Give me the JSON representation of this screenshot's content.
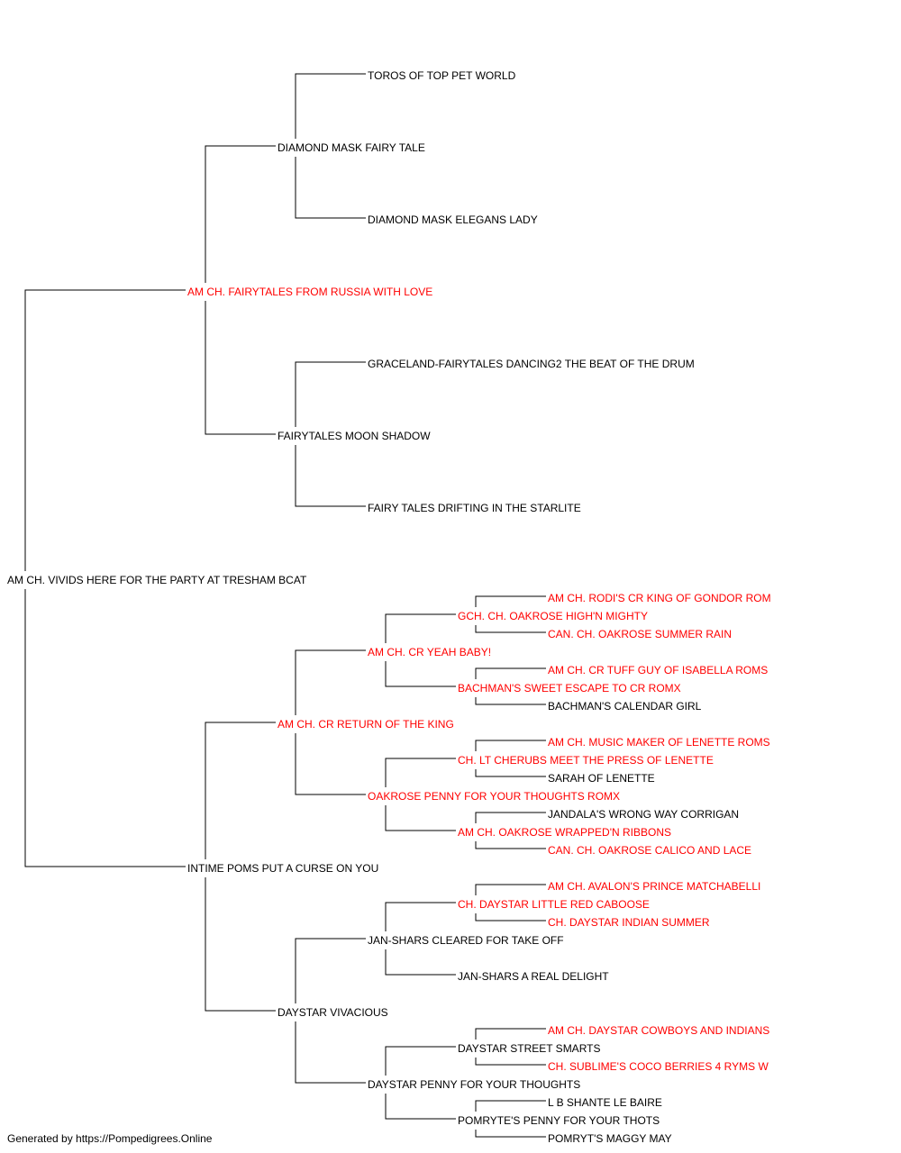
{
  "colors": {
    "champion": "#ff0000",
    "normal": "#000000",
    "line": "#000000"
  },
  "footer": "Generated by https://Pompedigrees.Online",
  "pedigree": {
    "name": "AM CH. VIVIDS HERE FOR THE PARTY AT TRESHAM BCAT",
    "ch": false,
    "sire": {
      "name": "AM CH. FAIRYTALES FROM RUSSIA WITH LOVE",
      "ch": true,
      "sire": {
        "name": "DIAMOND MASK FAIRY TALE",
        "ch": false,
        "sire": {
          "name": "TOROS OF TOP PET WORLD",
          "ch": false
        },
        "dam": {
          "name": "DIAMOND MASK ELEGANS LADY",
          "ch": false
        }
      },
      "dam": {
        "name": "FAIRYTALES MOON SHADOW",
        "ch": false,
        "sire": {
          "name": "GRACELAND-FAIRYTALES DANCING2 THE BEAT OF THE DRUM",
          "ch": false
        },
        "dam": {
          "name": "FAIRY TALES DRIFTING IN THE STARLITE",
          "ch": false
        }
      }
    },
    "dam": {
      "name": "INTIME POMS PUT A CURSE ON YOU",
      "ch": false,
      "sire": {
        "name": "AM CH. CR RETURN OF THE KING",
        "ch": true,
        "sire": {
          "name": "AM CH. CR YEAH BABY!",
          "ch": true,
          "sire": {
            "name": "GCH. CH. OAKROSE HIGH'N MIGHTY",
            "ch": true,
            "sire": {
              "name": "AM CH. RODI'S CR KING OF GONDOR ROM",
              "ch": true
            },
            "dam": {
              "name": "CAN. CH. OAKROSE SUMMER RAIN",
              "ch": true
            }
          },
          "dam": {
            "name": "BACHMAN'S SWEET ESCAPE TO CR ROMX",
            "ch": true,
            "sire": {
              "name": "AM CH. CR TUFF GUY OF ISABELLA ROMS",
              "ch": true
            },
            "dam": {
              "name": "BACHMAN'S CALENDAR GIRL",
              "ch": false
            }
          }
        },
        "dam": {
          "name": "OAKROSE PENNY FOR YOUR THOUGHTS ROMX",
          "ch": true,
          "sire": {
            "name": "CH. LT CHERUBS MEET THE PRESS OF LENETTE",
            "ch": true,
            "sire": {
              "name": "AM CH. MUSIC MAKER OF LENETTE ROMS",
              "ch": true
            },
            "dam": {
              "name": "SARAH OF LENETTE",
              "ch": false
            }
          },
          "dam": {
            "name": "AM CH. OAKROSE WRAPPED'N RIBBONS",
            "ch": true,
            "sire": {
              "name": "JANDALA'S WRONG WAY CORRIGAN",
              "ch": false
            },
            "dam": {
              "name": "CAN. CH. OAKROSE CALICO AND LACE",
              "ch": true
            }
          }
        }
      },
      "dam": {
        "name": "DAYSTAR VIVACIOUS",
        "ch": false,
        "sire": {
          "name": "JAN-SHARS CLEARED FOR TAKE OFF",
          "ch": false,
          "sire": {
            "name": "CH. DAYSTAR LITTLE RED CABOOSE",
            "ch": true,
            "sire": {
              "name": "AM CH. AVALON'S PRINCE MATCHABELLI",
              "ch": true
            },
            "dam": {
              "name": "CH. DAYSTAR INDIAN SUMMER",
              "ch": true
            }
          },
          "dam": {
            "name": "JAN-SHARS A REAL DELIGHT",
            "ch": false
          }
        },
        "dam": {
          "name": "DAYSTAR PENNY FOR YOUR THOUGHTS",
          "ch": false,
          "sire": {
            "name": "DAYSTAR STREET SMARTS",
            "ch": false,
            "sire": {
              "name": "AM CH. DAYSTAR COWBOYS AND INDIANS",
              "ch": true
            },
            "dam": {
              "name": "CH. SUBLIME'S COCO BERRIES 4 RYMS W",
              "ch": true
            }
          },
          "dam": {
            "name": "POMRYTE'S PENNY FOR YOUR THOTS",
            "ch": false,
            "sire": {
              "name": "L B SHANTE LE BAIRE",
              "ch": false
            },
            "dam": {
              "name": "POMRYT'S MAGGY MAY",
              "ch": false
            }
          }
        }
      }
    }
  }
}
